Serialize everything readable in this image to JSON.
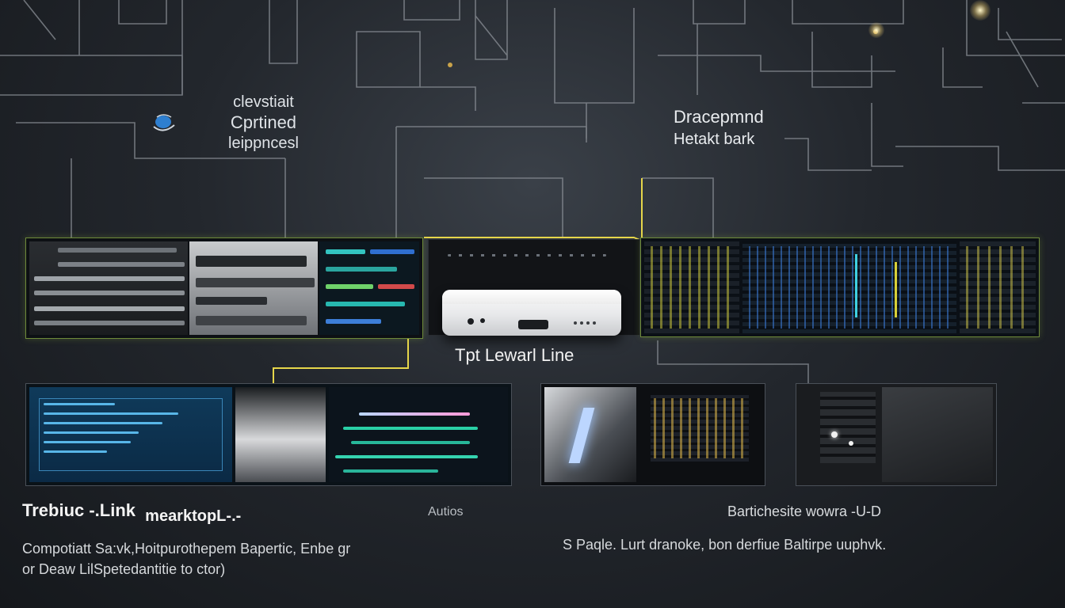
{
  "labels": {
    "top_left": [
      "clevstiait",
      "Cprtined",
      "leippncesl"
    ],
    "top_right": [
      "Dracepmnd",
      "Hetakt bark"
    ],
    "center_device": "Tpt Lewarl Line",
    "bottom_left_title": "Trebiuc -.Link",
    "bottom_left_title_sub": "mearktopL-.-",
    "bottom_left_body": [
      "Compotiatt Sa:vk,Hoitpurothepem Bapertic, Enbe gr",
      "or Deaw LilSpetedantitie to ctor)"
    ],
    "mid_tag": "Autios",
    "bottom_right_title": "Bartichesite wowra  -U-D",
    "bottom_right_body": "S Paqle. Lurt dranoke, bon derfiue Baltirpe uuphvk."
  },
  "icons": {
    "logo": "network-logo-icon",
    "device": "network-router-device"
  },
  "colors": {
    "accent_line": "#e6d64a",
    "panel_border": "#6e8a3a",
    "background": "#1e2227"
  }
}
